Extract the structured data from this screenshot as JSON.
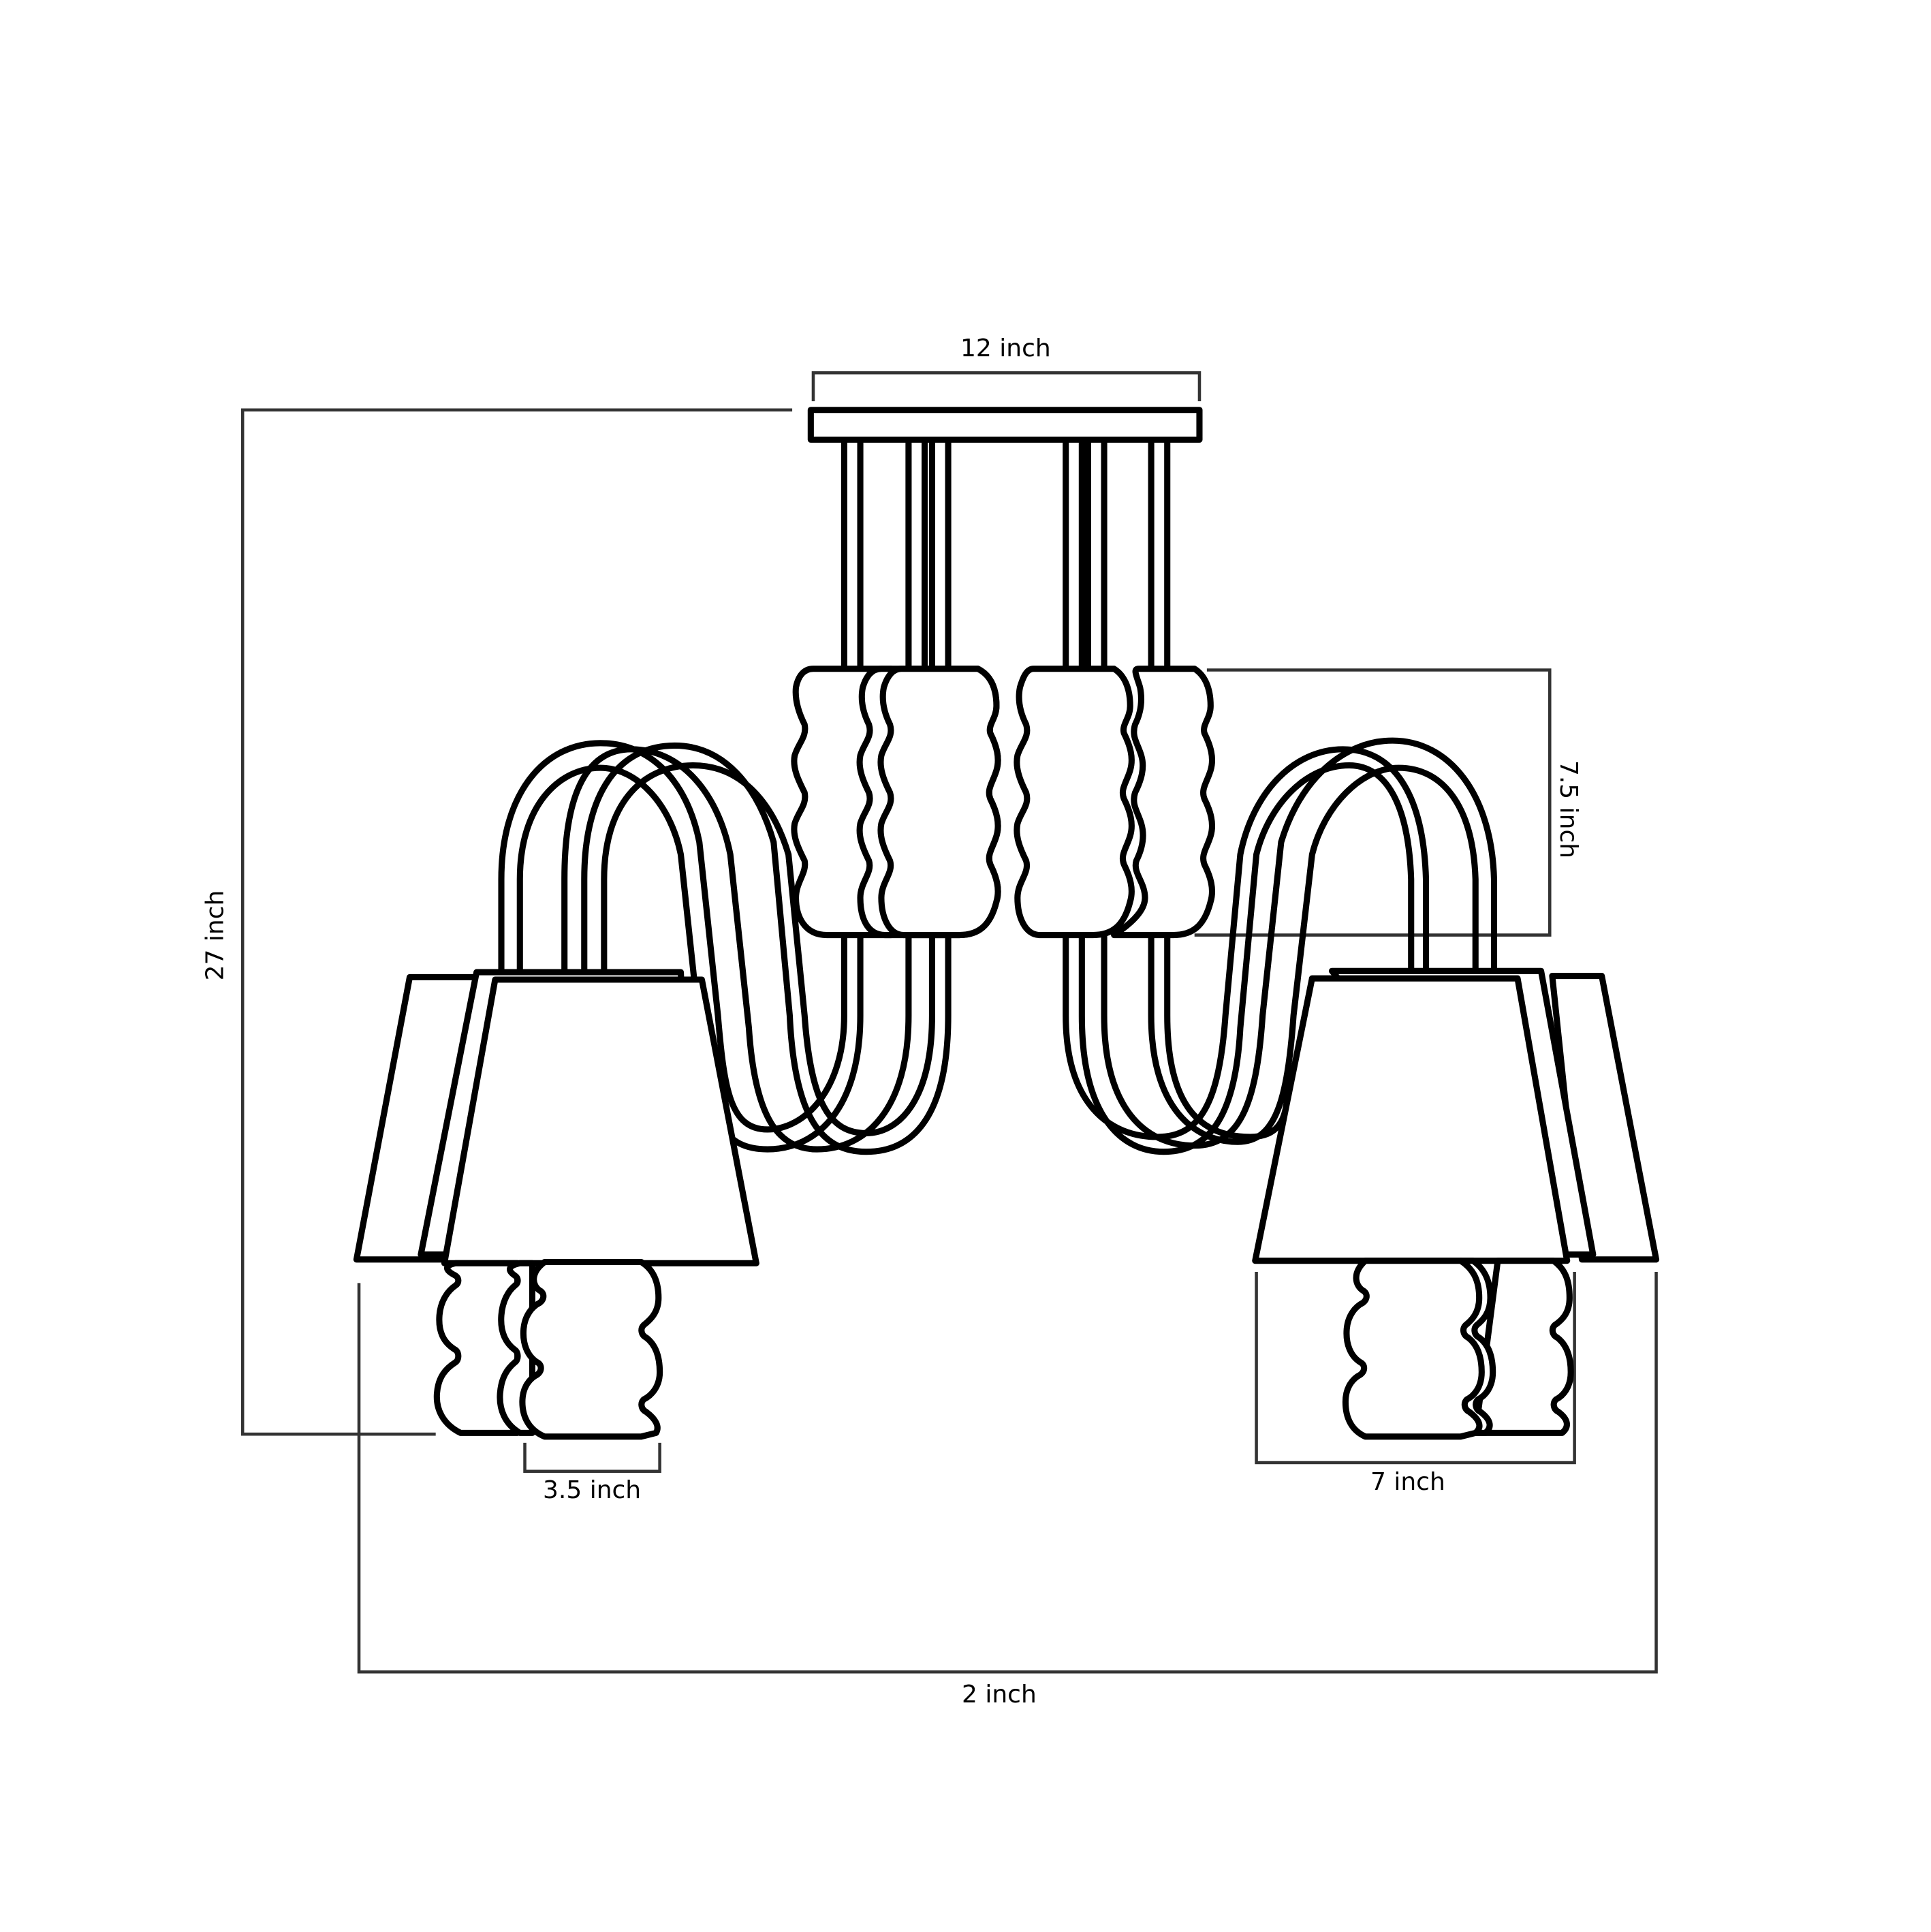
{
  "diagram": {
    "subject": "five-light chandelier line drawing with dimensions",
    "line_color": "#000000",
    "background": "#ffffff"
  },
  "dimensions": {
    "canopy_width": "12 inch",
    "overall_height": "27 inch",
    "sleeve_height": "7.5 inch",
    "candle_width": "3.5 inch",
    "shade_width": "7 inch",
    "overall_width": "2 inch"
  }
}
